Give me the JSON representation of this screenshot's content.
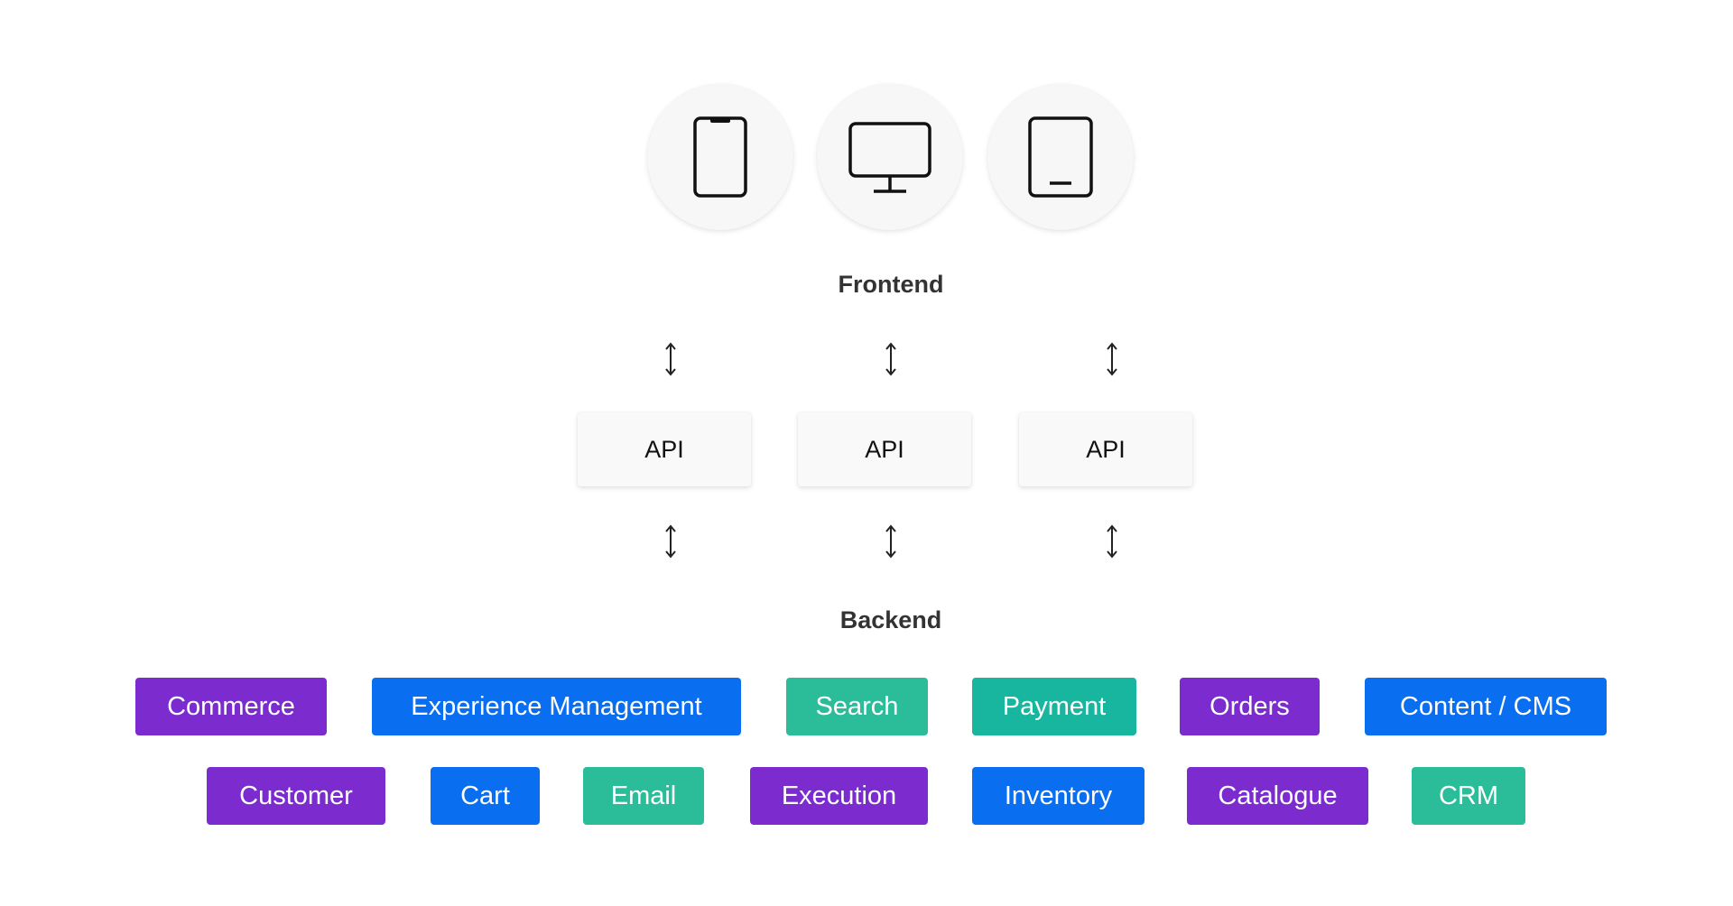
{
  "frontend": {
    "label": "Frontend",
    "devices": [
      {
        "icon": "smartphone-icon"
      },
      {
        "icon": "desktop-monitor-icon"
      },
      {
        "icon": "tablet-icon"
      }
    ]
  },
  "api": {
    "boxes": [
      {
        "label": "API"
      },
      {
        "label": "API"
      },
      {
        "label": "API"
      }
    ]
  },
  "arrows": {
    "icon": "double-arrow-vertical-icon",
    "glyph": "↕"
  },
  "backend": {
    "label": "Backend",
    "row1": [
      {
        "label": "Commerce",
        "color": "#7b2bce"
      },
      {
        "label": "Experience Management",
        "color": "#0a6ef0"
      },
      {
        "label": "Search",
        "color": "#2bbd99"
      },
      {
        "label": "Payment",
        "color": "#18b59f"
      },
      {
        "label": "Orders",
        "color": "#7b2bce"
      },
      {
        "label": "Content / CMS",
        "color": "#0a6ef0"
      }
    ],
    "row2": [
      {
        "label": "Customer",
        "color": "#7b2bce"
      },
      {
        "label": "Cart",
        "color": "#0a6ef0"
      },
      {
        "label": "Email",
        "color": "#2bbd99"
      },
      {
        "label": "Execution",
        "color": "#7b2bce"
      },
      {
        "label": "Inventory",
        "color": "#0a6ef0"
      },
      {
        "label": "Catalogue",
        "color": "#7b2bce"
      },
      {
        "label": "CRM",
        "color": "#2bbd99"
      }
    ]
  },
  "colors": {
    "purple": "#7b2bce",
    "blue": "#0a6ef0",
    "teal": "#2bbd99",
    "device_bg": "#f7f7f7",
    "api_bg": "#f9f9f9"
  }
}
